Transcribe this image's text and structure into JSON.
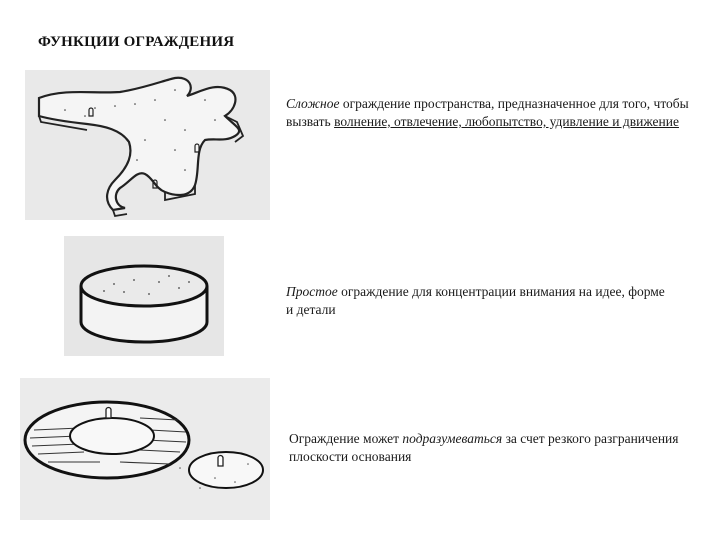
{
  "title": "ФУНКЦИИ ОГРАЖДЕНИЯ",
  "items": [
    {
      "caption_em": "Сложное",
      "caption_plain": " ограждение пространства, предназначенное для того, чтобы вызвать ",
      "caption_underlined": "волнение, отвлечение, любопытство, удивление и движение"
    },
    {
      "caption_em": "Простое",
      "caption_plain": " ограждение для концентрации внимания на идее, форме и детали"
    },
    {
      "caption_pre": "Ограждение может ",
      "caption_em": "подразумеваться",
      "caption_post": " за счет  резкого разграничения плоскости основания"
    }
  ]
}
